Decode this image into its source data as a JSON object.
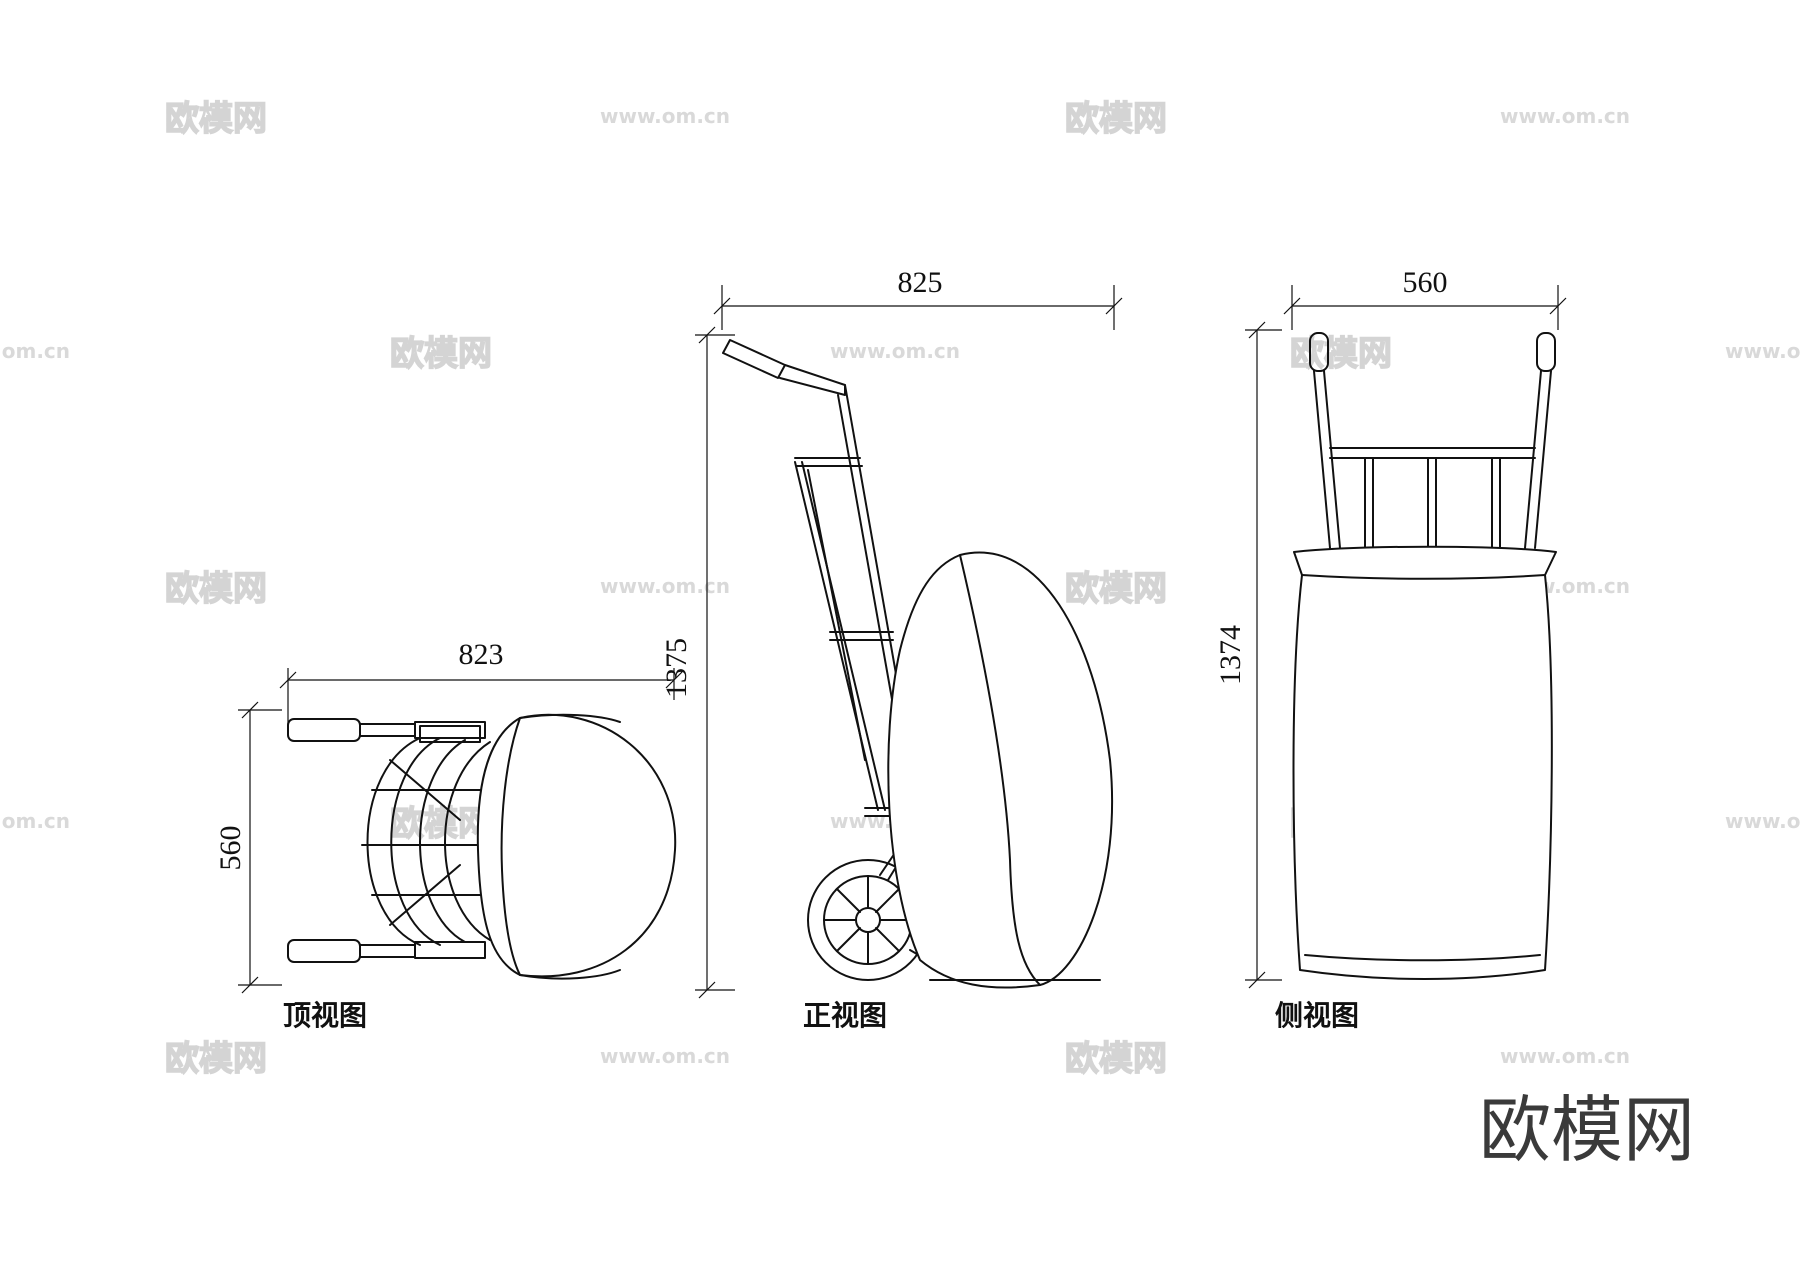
{
  "views": {
    "top": {
      "label": "顶视图",
      "width_dim": "823",
      "height_dim": "560"
    },
    "front": {
      "label": "正视图",
      "width_dim": "825",
      "height_dim": "1375"
    },
    "side": {
      "label": "侧视图",
      "width_dim": "560",
      "height_dim": "1374"
    }
  },
  "watermark": {
    "text": "欧模网",
    "url": "www.om.cn"
  },
  "logo": {
    "text": "欧模网"
  },
  "colors": {
    "line": "#111111",
    "watermark": "#d4d4d4",
    "logo": "#3a3a3a"
  }
}
